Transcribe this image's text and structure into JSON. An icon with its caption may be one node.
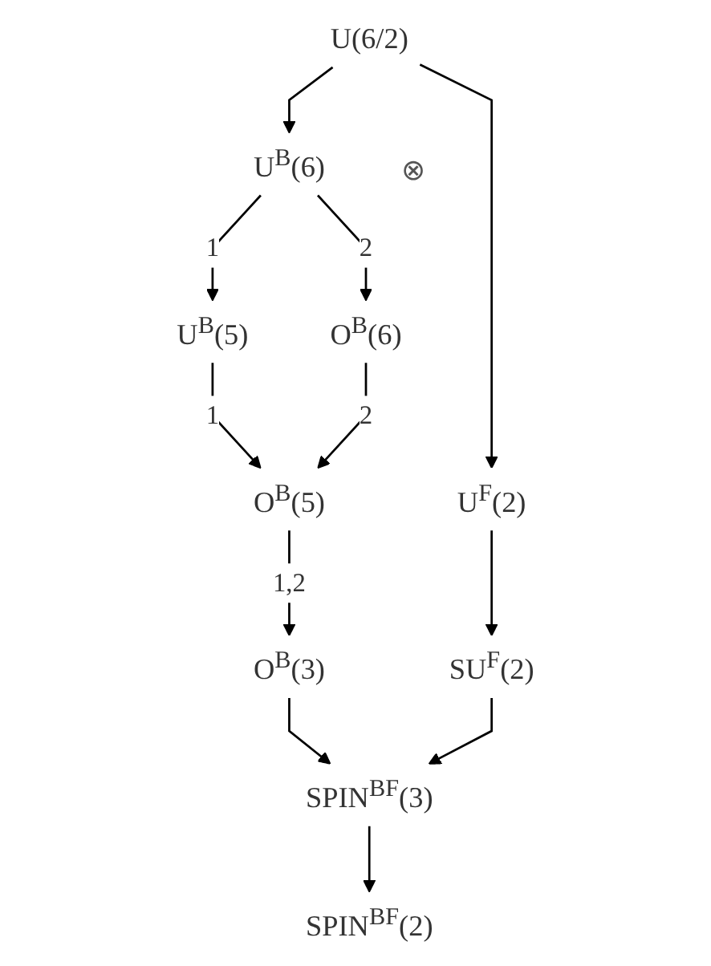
{
  "diagram": {
    "nodes": [
      {
        "text": [
          "U(6/2)"
        ]
      },
      {
        "text": [
          "U$^{B}$(6)"
        ]
      },
      {
        "text": [
          "U$^{F}$(2)"
        ]
      },
      {
        "text": [
          "U$^{B}$(5)"
        ]
      },
      {
        "text": [
          "O$^{B}$(6)"
        ]
      },
      {
        "text": [
          "O$^{B}$(5)"
        ]
      },
      {
        "text": [
          "O$^{B}$(3)"
        ]
      },
      {
        "text": [
          "SU$^{F}$(2)"
        ]
      },
      {
        "text": [
          "SPIN$^{BF}$(3)"
        ]
      },
      {
        "text": [
          "SPIN$^{BF}$(2)"
        ]
      }
    ],
    "edges": [
      {
        "from": 0,
        "to": 1,
        "arrow": "to"
      },
      {
        "from": 0,
        "to": 2,
        "arrow": "to"
      },
      {
        "from": 1,
        "to": 3,
        "arrow": "to",
        "label": "1"
      },
      {
        "from": 1,
        "to": 4,
        "arrow": "to",
        "label": "2"
      },
      {
        "from": 3,
        "to": 5,
        "arrow": "to",
        "label": "1"
      },
      {
        "from": 4,
        "to": 5,
        "arrow": "to",
        "label": "2"
      },
      {
        "from": 5,
        "to": 6,
        "arrow": "to",
        "label": "1,2"
      },
      {
        "from": 2,
        "to": 7,
        "arrow": "to"
      },
      {
        "from": 6,
        "to": 8,
        "arrow": "to"
      },
      {
        "from": 7,
        "to": 8,
        "arrow": "to"
      },
      {
        "from": 8,
        "to": 9,
        "arrow": "to"
      }
    ],
    "labels": [
      "⊗"
    ]
  }
}
